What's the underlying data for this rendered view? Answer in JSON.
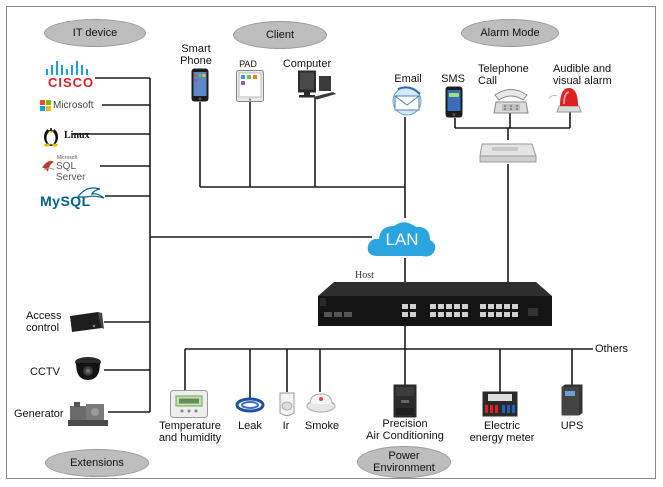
{
  "groups": {
    "it_device": "IT device",
    "client": "Client",
    "alarm_mode": "Alarm Mode",
    "extensions": "Extensions",
    "power_environment": "Power\nEnvironment"
  },
  "it_logos": {
    "cisco": "CISCO",
    "microsoft": "Microsoft",
    "linux": "Linux",
    "sql_server_small": "Microsoft",
    "sql_server": "SQL Server",
    "mysql": "MySQL"
  },
  "client_items": {
    "smartphone": "Smart\nPhone",
    "pad": "PAD",
    "computer": "Computer"
  },
  "alarm_items": {
    "email": "Email",
    "sms": "SMS",
    "telephone": "Telephone\nCall",
    "audible": "Audible and\nvisual alarm"
  },
  "network": {
    "lan": "LAN",
    "host": "Host",
    "others": "Others"
  },
  "extension_items": {
    "access_control": "Access\ncontrol",
    "cctv": "CCTV",
    "generator": "Generator"
  },
  "sensor_items": {
    "temperature": "Temperature\nand humidity",
    "leak": "Leak",
    "ir": "Ir",
    "smoke": "Smoke",
    "precision_ac": "Precision\nAir Conditioning",
    "energy_meter": "Electric\nenergy meter",
    "ups": "UPS"
  },
  "colors": {
    "pill_fill": "#bdbdbd",
    "line": "#1a1a1a",
    "cloud": "#2aa5e0",
    "cisco_red": "#d2232a",
    "cisco_blue": "#1ba0d7",
    "mysql_blue": "#00618a",
    "mysql_orange": "#e48e00"
  }
}
